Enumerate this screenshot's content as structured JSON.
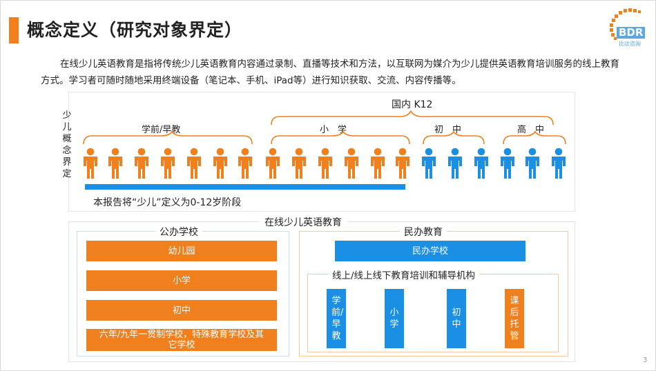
{
  "title": "概念定义（研究对象界定）",
  "logo": {
    "name": "BDR",
    "sub": "比达咨询"
  },
  "intro": "在线少儿英语教育是指将传统少儿英语教育内容通过录制、直播等技术和方法，以互联网为媒介为少儿提供英语教育培训服务的线上教育方式。学习者可随时随地采用终端设备（笔记本、手机、iPad等）进行知识获取、交流、内容传播等。",
  "age_diagram": {
    "side_label": "少儿概念界定",
    "groups": {
      "domestic_k12": "国内 K12",
      "preschool": "学前/早教",
      "primary": "小　学",
      "junior": "初　中",
      "senior": "高　中"
    },
    "definition_note": "本报告将“少儿”定义为0-12岁阶段",
    "colors": {
      "orange": "#f07f1e",
      "blue": "#1a8fe3"
    }
  },
  "education_diagram": {
    "title": "在线少儿英语教育",
    "public": {
      "label": "公办学校",
      "items": [
        "幼儿园",
        "小学",
        "初中",
        "六年/九年一贯制学校，特殊教育学校及其它学校"
      ]
    },
    "private": {
      "label": "民办教育",
      "school": "民办学校",
      "training_label": "线上/线上线下教育培训和辅导机构",
      "items": [
        "学前/早教",
        "小学",
        "初中",
        "课后托管"
      ]
    }
  },
  "page_number": "3"
}
